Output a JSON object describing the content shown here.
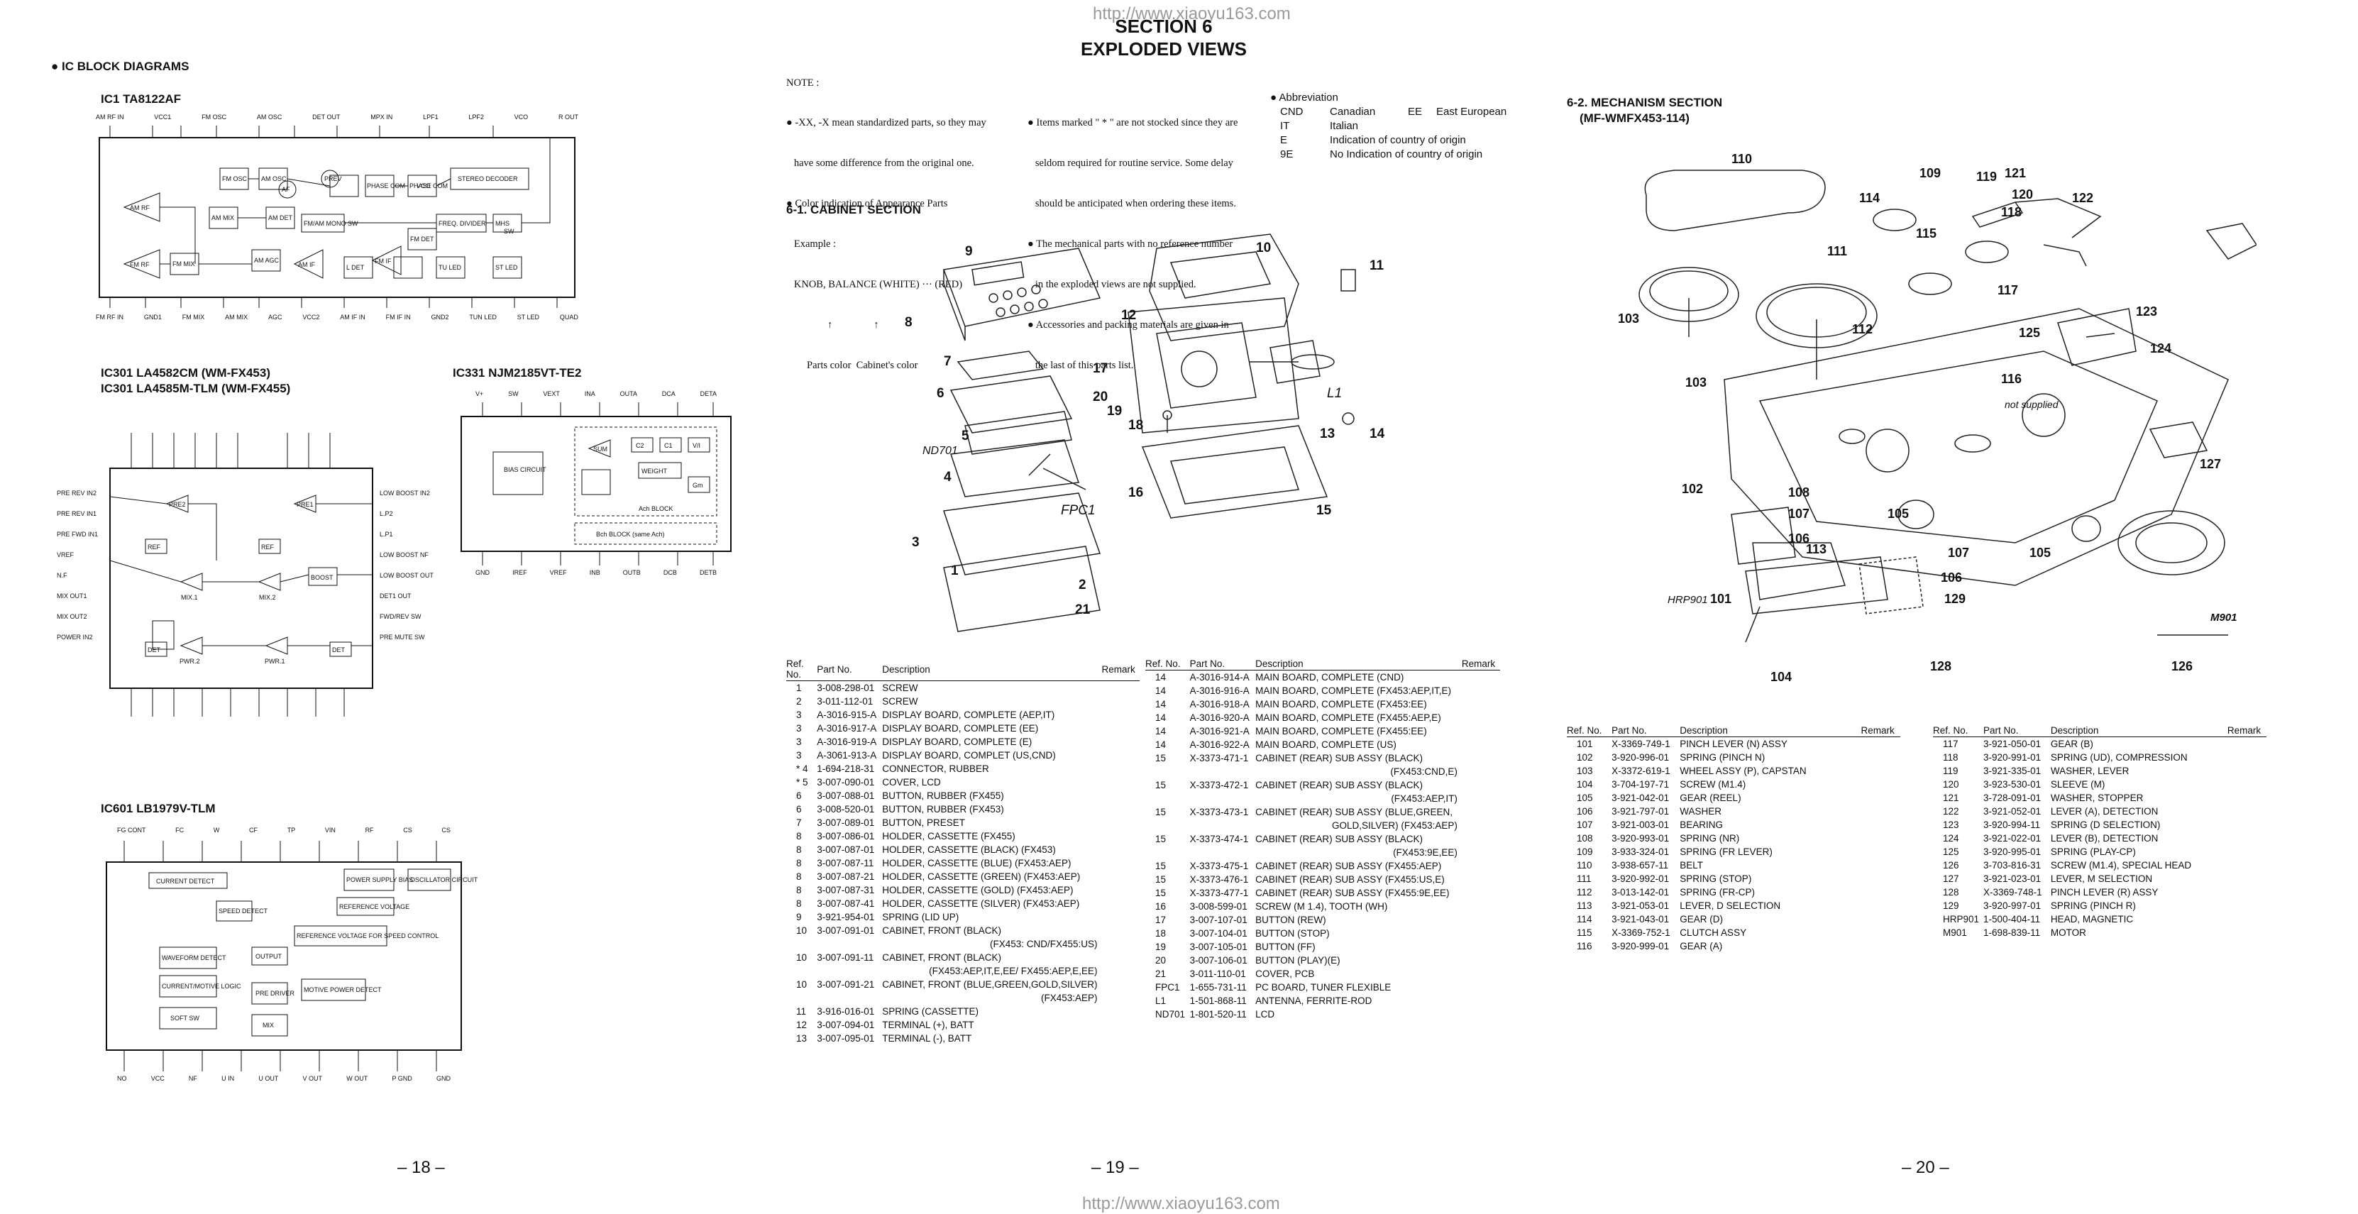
{
  "watermarks": {
    "top": "http://www.xiaoyu163.com",
    "bottom": "http://www.xiaoyu163.com"
  },
  "section": {
    "title": "SECTION 6",
    "subtitle": "EXPLODED VIEWS"
  },
  "ic": {
    "heading": "● IC BLOCK DIAGRAMS",
    "ic1": "IC1  TA8122AF",
    "ic1_top_pins": [
      "AM RF IN",
      "VCC1",
      "FM OSC",
      "AM OSC",
      "DET OUT",
      "MPX IN",
      "LPF1",
      "LPF2",
      "VCO",
      "R OUT"
    ],
    "ic1_bottom_pins": [
      "FM RF IN",
      "GND1",
      "FM MIX",
      "AM MIX",
      "AGC",
      "VCC2",
      "AM IF IN",
      "FM IF IN",
      "GND2",
      "TUN LED",
      "ST LED",
      "QUAD"
    ],
    "ic1_blocks": [
      "AM RF",
      "FM RF",
      "FM MIX",
      "AM MIX",
      "FM OSC",
      "AM OSC",
      "AF",
      "PREV",
      "PHASE COM",
      "PHASE COM",
      "VCO",
      "STEREO DECODER",
      "FM/AM MONO SW",
      "FREQ. DIVIDER",
      "MHS",
      "SW",
      "AM DET",
      "AM AGC",
      "AM IF",
      "L DET",
      "FM DET",
      "FM IF",
      "TU LED",
      "ST LED"
    ],
    "ic301a": "IC301  LA4582CM (WM-FX453)",
    "ic301b": "IC301  LA4585M-TLM (WM-FX455)",
    "ic301_left_pins": [
      "PRE REV IN2",
      "PRE REV IN1",
      "PRE FWD IN1",
      "VREF",
      "N.F",
      "MIX OUT1",
      "MIX OUT2",
      "POWER IN2"
    ],
    "ic301_right_pins": [
      "LOW BOOST IN2",
      "L.P2",
      "L.P1",
      "LOW BOOST NF",
      "LOW BOOST OUT",
      "DET1 OUT",
      "FWD/REV SW",
      "PRE MUTE SW"
    ],
    "ic301_blocks": [
      "PRE2",
      "PRE1",
      "MIX.1",
      "MIX.2",
      "BOOST",
      "REF",
      "DET",
      "PWR.2",
      "PWR.1",
      "DET",
      "REF"
    ],
    "ic331": "IC331  NJM2185VT-TE2",
    "ic331_top_pins": [
      "V+",
      "SW",
      "VEXT",
      "INA",
      "OUTA",
      "DCA",
      "DETA"
    ],
    "ic331_bottom_pins": [
      "GND",
      "IREF",
      "VREF",
      "INB",
      "OUTB",
      "DCB",
      "DETB"
    ],
    "ic331_blocks": [
      "BIAS CIRCUIT",
      "SUM",
      "C2",
      "C1",
      "V/I",
      "WEIGHT",
      "Gm",
      "Ach BLOCK",
      "Bch BLOCK (same Ach)"
    ],
    "ic601": "IC601  LB1979V-TLM",
    "ic601_top_pins": [
      "FG CONT",
      "FC",
      "W",
      "CF",
      "TP",
      "VIN",
      "RF",
      "CS",
      "CS"
    ],
    "ic601_bottom_pins": [
      "NO",
      "VCC",
      "NF",
      "U IN",
      "U OUT",
      "V OUT",
      "W OUT",
      "P GND",
      "GND"
    ],
    "ic601_blocks": [
      "CURRENT DETECT",
      "POWER SUPPLY BIAS",
      "OSCILLATOR CIRCUIT",
      "SPEED DETECT",
      "REFERENCE VOLTAGE",
      "REFERENCE VOLTAGE FOR SPEED CONTROL",
      "WAVEFORM DETECT",
      "OUTPUT",
      "CURRENT/MOTIVE LOGIC",
      "PRE DRIVER",
      "MOTIVE POWER DETECT",
      "SOFT SW",
      "MIX"
    ]
  },
  "notes": {
    "title": "NOTE :",
    "col1": [
      "● -XX, -X mean standardized parts, so they may",
      "   have some difference from the original one.",
      "● Color indication of Appearance Parts",
      "   Example :",
      "   KNOB, BALANCE (WHITE) ··· (RED)",
      "                ↑                ↑",
      "        Parts color  Cabinet's color"
    ],
    "col2": [
      "● Items marked \" * \" are not stocked since they are",
      "   seldom required for routine service. Some delay",
      "   should be anticipated when ordering these items.",
      "● The mechanical parts with no reference number",
      "   in the exploded views are not supplied.",
      "● Accessories and packing materials are given in",
      "   the last of this parts list."
    ],
    "abbr_title": "● Abbreviation",
    "abbr": [
      [
        "CND",
        "Canadian",
        "EE",
        "East European"
      ],
      [
        "IT",
        "Italian",
        "",
        ""
      ],
      [
        "E",
        "Indication of country of origin",
        "",
        ""
      ],
      [
        "9E",
        "No Indication of country of origin",
        "",
        ""
      ]
    ]
  },
  "cabinet": {
    "title": "6-1. CABINET SECTION",
    "labels": [
      "9",
      "10",
      "11",
      "8",
      "12",
      "7",
      "17",
      "20",
      "19",
      "18",
      "L1",
      "6",
      "13",
      "14",
      "5",
      "ND701",
      "4",
      "FPC1",
      "16",
      "15",
      "3",
      "1",
      "2",
      "21"
    ],
    "headers": [
      "Ref. No.",
      "Part No.",
      "Description",
      "Remark"
    ],
    "left_rows": [
      [
        "1",
        "3-008-298-01",
        "SCREW",
        ""
      ],
      [
        "2",
        "3-011-112-01",
        "SCREW",
        ""
      ],
      [
        "3",
        "A-3016-915-A",
        "DISPLAY BOARD, COMPLETE (AEP,IT)",
        ""
      ],
      [
        "3",
        "A-3016-917-A",
        "DISPLAY BOARD, COMPLETE (EE)",
        ""
      ],
      [
        "3",
        "A-3016-919-A",
        "DISPLAY BOARD, COMPLETE (E)",
        ""
      ],
      [
        "",
        "",
        "",
        ""
      ],
      [
        "3",
        "A-3061-913-A",
        "DISPLAY BOARD, COMPLET (US,CND)",
        ""
      ],
      [
        "* 4",
        "1-694-218-31",
        "CONNECTOR, RUBBER",
        ""
      ],
      [
        "* 5",
        "3-007-090-01",
        "COVER, LCD",
        ""
      ],
      [
        "6",
        "3-007-088-01",
        "BUTTON, RUBBER (FX455)",
        ""
      ],
      [
        "6",
        "3-008-520-01",
        "BUTTON, RUBBER (FX453)",
        ""
      ],
      [
        "",
        "",
        "",
        ""
      ],
      [
        "7",
        "3-007-089-01",
        "BUTTON, PRESET",
        ""
      ],
      [
        "8",
        "3-007-086-01",
        "HOLDER, CASSETTE (FX455)",
        ""
      ],
      [
        "8",
        "3-007-087-01",
        "HOLDER, CASSETTE (BLACK) (FX453)",
        ""
      ],
      [
        "8",
        "3-007-087-11",
        "HOLDER, CASSETTE (BLUE) (FX453:AEP)",
        ""
      ],
      [
        "8",
        "3-007-087-21",
        "HOLDER, CASSETTE (GREEN) (FX453:AEP)",
        ""
      ],
      [
        "",
        "",
        "",
        ""
      ],
      [
        "8",
        "3-007-087-31",
        "HOLDER, CASSETTE (GOLD) (FX453:AEP)",
        ""
      ],
      [
        "8",
        "3-007-087-41",
        "HOLDER, CASSETTE (SILVER) (FX453:AEP)",
        ""
      ],
      [
        "9",
        "3-921-954-01",
        "SPRING (LID UP)",
        ""
      ],
      [
        "10",
        "3-007-091-01",
        "CABINET, FRONT (BLACK)",
        ""
      ],
      [
        "",
        "",
        "(FX453: CND/FX455:US)",
        ""
      ],
      [
        "10",
        "3-007-091-11",
        "CABINET, FRONT (BLACK)",
        ""
      ],
      [
        "",
        "",
        "(FX453:AEP,IT,E,EE/ FX455:AEP,E,EE)",
        ""
      ],
      [
        "",
        "",
        "",
        ""
      ],
      [
        "10",
        "3-007-091-21",
        "CABINET, FRONT (BLUE,GREEN,GOLD,SILVER)",
        ""
      ],
      [
        "",
        "",
        "(FX453:AEP)",
        ""
      ],
      [
        "",
        "",
        "",
        ""
      ],
      [
        "11",
        "3-916-016-01",
        "SPRING (CASSETTE)",
        ""
      ],
      [
        "12",
        "3-007-094-01",
        "TERMINAL (+), BATT",
        ""
      ],
      [
        "13",
        "3-007-095-01",
        "TERMINAL (-), BATT",
        ""
      ]
    ],
    "right_rows": [
      [
        "14",
        "A-3016-914-A",
        "MAIN BOARD, COMPLETE (CND)",
        ""
      ],
      [
        "14",
        "A-3016-916-A",
        "MAIN BOARD, COMPLETE (FX453:AEP,IT,E)",
        ""
      ],
      [
        "14",
        "A-3016-918-A",
        "MAIN BOARD, COMPLETE (FX453:EE)",
        ""
      ],
      [
        "14",
        "A-3016-920-A",
        "MAIN BOARD, COMPLETE (FX455:AEP,E)",
        ""
      ],
      [
        "14",
        "A-3016-921-A",
        "MAIN BOARD, COMPLETE (FX455:EE)",
        ""
      ],
      [
        "",
        "",
        "",
        ""
      ],
      [
        "14",
        "A-3016-922-A",
        "MAIN BOARD, COMPLETE (US)",
        ""
      ],
      [
        "15",
        "X-3373-471-1",
        "CABINET (REAR) SUB ASSY (BLACK)",
        ""
      ],
      [
        "",
        "",
        "(FX453:CND,E)",
        ""
      ],
      [
        "15",
        "X-3373-472-1",
        "CABINET (REAR) SUB ASSY (BLACK)",
        ""
      ],
      [
        "",
        "",
        "(FX453:AEP,IT)",
        ""
      ],
      [
        "15",
        "X-3373-473-1",
        "CABINET (REAR) SUB ASSY (BLUE,GREEN,",
        ""
      ],
      [
        "",
        "",
        "GOLD,SILVER) (FX453:AEP)",
        ""
      ],
      [
        "15",
        "X-3373-474-1",
        "CABINET (REAR) SUB ASSY (BLACK)",
        ""
      ],
      [
        "",
        "",
        "(FX453:9E,EE)",
        ""
      ],
      [
        "",
        "",
        "",
        ""
      ],
      [
        "15",
        "X-3373-475-1",
        "CABINET (REAR) SUB ASSY (FX455:AEP)",
        ""
      ],
      [
        "15",
        "X-3373-476-1",
        "CABINET (REAR) SUB ASSY (FX455:US,E)",
        ""
      ],
      [
        "15",
        "X-3373-477-1",
        "CABINET (REAR) SUB ASSY (FX455:9E,EE)",
        ""
      ],
      [
        "16",
        "3-008-599-01",
        "SCREW (M 1.4), TOOTH (WH)",
        ""
      ],
      [
        "17",
        "3-007-107-01",
        "BUTTON (REW)",
        ""
      ],
      [
        "",
        "",
        "",
        ""
      ],
      [
        "18",
        "3-007-104-01",
        "BUTTON (STOP)",
        ""
      ],
      [
        "19",
        "3-007-105-01",
        "BUTTON (FF)",
        ""
      ],
      [
        "20",
        "3-007-106-01",
        "BUTTON (PLAY)(E)",
        ""
      ],
      [
        "21",
        "3-011-110-01",
        "COVER, PCB",
        ""
      ],
      [
        "FPC1",
        "1-655-731-11",
        "PC BOARD, TUNER FLEXIBLE",
        ""
      ],
      [
        "",
        "",
        "",
        ""
      ],
      [
        "L1",
        "1-501-868-11",
        "ANTENNA, FERRITE-ROD",
        ""
      ],
      [
        "ND701",
        "1-801-520-11",
        "LCD",
        ""
      ]
    ]
  },
  "mechanism": {
    "title": "6-2. MECHANISM SECTION",
    "subtitle": "(MF-WMFX453-114)",
    "labels": [
      "110",
      "109",
      "121",
      "119",
      "120",
      "114",
      "118",
      "122",
      "111",
      "115",
      "117",
      "103",
      "112",
      "123",
      "125",
      "124",
      "103",
      "116",
      "not supplied",
      "127",
      "102",
      "108",
      "107",
      "105",
      "106",
      "113",
      "107",
      "105",
      "101",
      "106",
      "HRP901",
      "129",
      "M901",
      "128",
      "126",
      "104"
    ],
    "headers": [
      "Ref. No.",
      "Part No.",
      "Description",
      "Remark"
    ],
    "left_rows": [
      [
        "101",
        "X-3369-749-1",
        "PINCH LEVER (N) ASSY",
        ""
      ],
      [
        "102",
        "3-920-996-01",
        "SPRING (PINCH N)",
        ""
      ],
      [
        "103",
        "X-3372-619-1",
        "WHEEL ASSY (P), CAPSTAN",
        ""
      ],
      [
        "104",
        "3-704-197-71",
        "SCREW (M1.4)",
        ""
      ],
      [
        "105",
        "3-921-042-01",
        "GEAR (REEL)",
        ""
      ],
      [
        "",
        "",
        "",
        ""
      ],
      [
        "106",
        "3-921-797-01",
        "WASHER",
        ""
      ],
      [
        "107",
        "3-921-003-01",
        "BEARING",
        ""
      ],
      [
        "108",
        "3-920-993-01",
        "SPRING (NR)",
        ""
      ],
      [
        "109",
        "3-933-324-01",
        "SPRING (FR LEVER)",
        ""
      ],
      [
        "110",
        "3-938-657-11",
        "BELT",
        ""
      ],
      [
        "",
        "",
        "",
        ""
      ],
      [
        "111",
        "3-920-992-01",
        "SPRING (STOP)",
        ""
      ],
      [
        "112",
        "3-013-142-01",
        "SPRING (FR-CP)",
        ""
      ],
      [
        "113",
        "3-921-053-01",
        "LEVER, D SELECTION",
        ""
      ],
      [
        "114",
        "3-921-043-01",
        "GEAR (D)",
        ""
      ],
      [
        "115",
        "X-3369-752-1",
        "CLUTCH ASSY",
        ""
      ],
      [
        "",
        "",
        "",
        ""
      ],
      [
        "116",
        "3-920-999-01",
        "GEAR (A)",
        ""
      ]
    ],
    "right_rows": [
      [
        "117",
        "3-921-050-01",
        "GEAR (B)",
        ""
      ],
      [
        "118",
        "3-920-991-01",
        "SPRING (UD), COMPRESSION",
        ""
      ],
      [
        "119",
        "3-921-335-01",
        "WASHER, LEVER",
        ""
      ],
      [
        "120",
        "3-923-530-01",
        "SLEEVE (M)",
        ""
      ],
      [
        "",
        "",
        "",
        ""
      ],
      [
        "121",
        "3-728-091-01",
        "WASHER, STOPPER",
        ""
      ],
      [
        "122",
        "3-921-052-01",
        "LEVER (A), DETECTION",
        ""
      ],
      [
        "123",
        "3-920-994-11",
        "SPRING (D SELECTION)",
        ""
      ],
      [
        "124",
        "3-921-022-01",
        "LEVER (B), DETECTION",
        ""
      ],
      [
        "125",
        "3-920-995-01",
        "SPRING (PLAY-CP)",
        ""
      ],
      [
        "",
        "",
        "",
        ""
      ],
      [
        "126",
        "3-703-816-31",
        "SCREW (M1.4), SPECIAL HEAD",
        ""
      ],
      [
        "127",
        "3-921-023-01",
        "LEVER, M SELECTION",
        ""
      ],
      [
        "128",
        "X-3369-748-1",
        "PINCH LEVER (R) ASSY",
        ""
      ],
      [
        "129",
        "3-920-997-01",
        "SPRING (PINCH R)",
        ""
      ],
      [
        "HRP901",
        "1-500-404-11",
        "HEAD, MAGNETIC",
        ""
      ],
      [
        "",
        "",
        "",
        ""
      ],
      [
        "M901",
        "1-698-839-11",
        "MOTOR",
        ""
      ]
    ]
  },
  "pages": {
    "p18": "– 18 –",
    "p19": "– 19 –",
    "p20": "– 20 –"
  }
}
